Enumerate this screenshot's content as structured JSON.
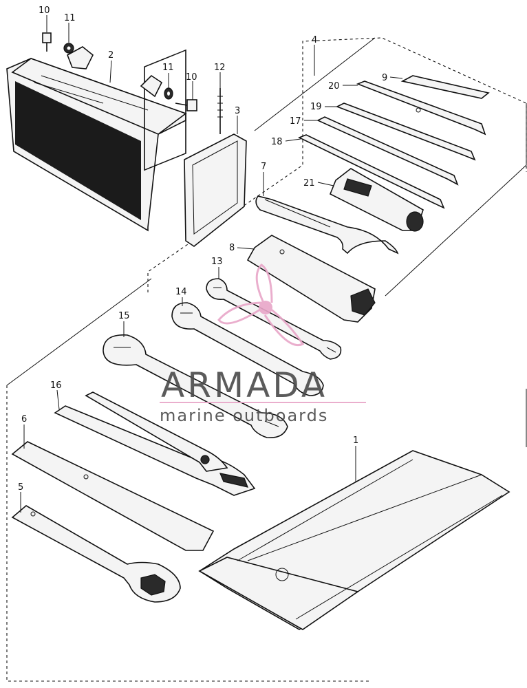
{
  "labels": {
    "p1": "1",
    "p2": "2",
    "p3": "3",
    "p4": "4",
    "p5": "5",
    "p6": "6",
    "p7": "7",
    "p8": "8",
    "p9": "9",
    "p10a": "10",
    "p10b": "10",
    "p11a": "11",
    "p11b": "11",
    "p12": "12",
    "p13": "13",
    "p14": "14",
    "p15": "15",
    "p16": "16",
    "p17": "17",
    "p18": "18",
    "p19": "19",
    "p20": "20",
    "p21": "21"
  },
  "watermark": {
    "title": "ARMADA",
    "subtitle": "marine outboards",
    "logo_color": "#e8a6c8",
    "text_color": "#4a4a4a"
  }
}
